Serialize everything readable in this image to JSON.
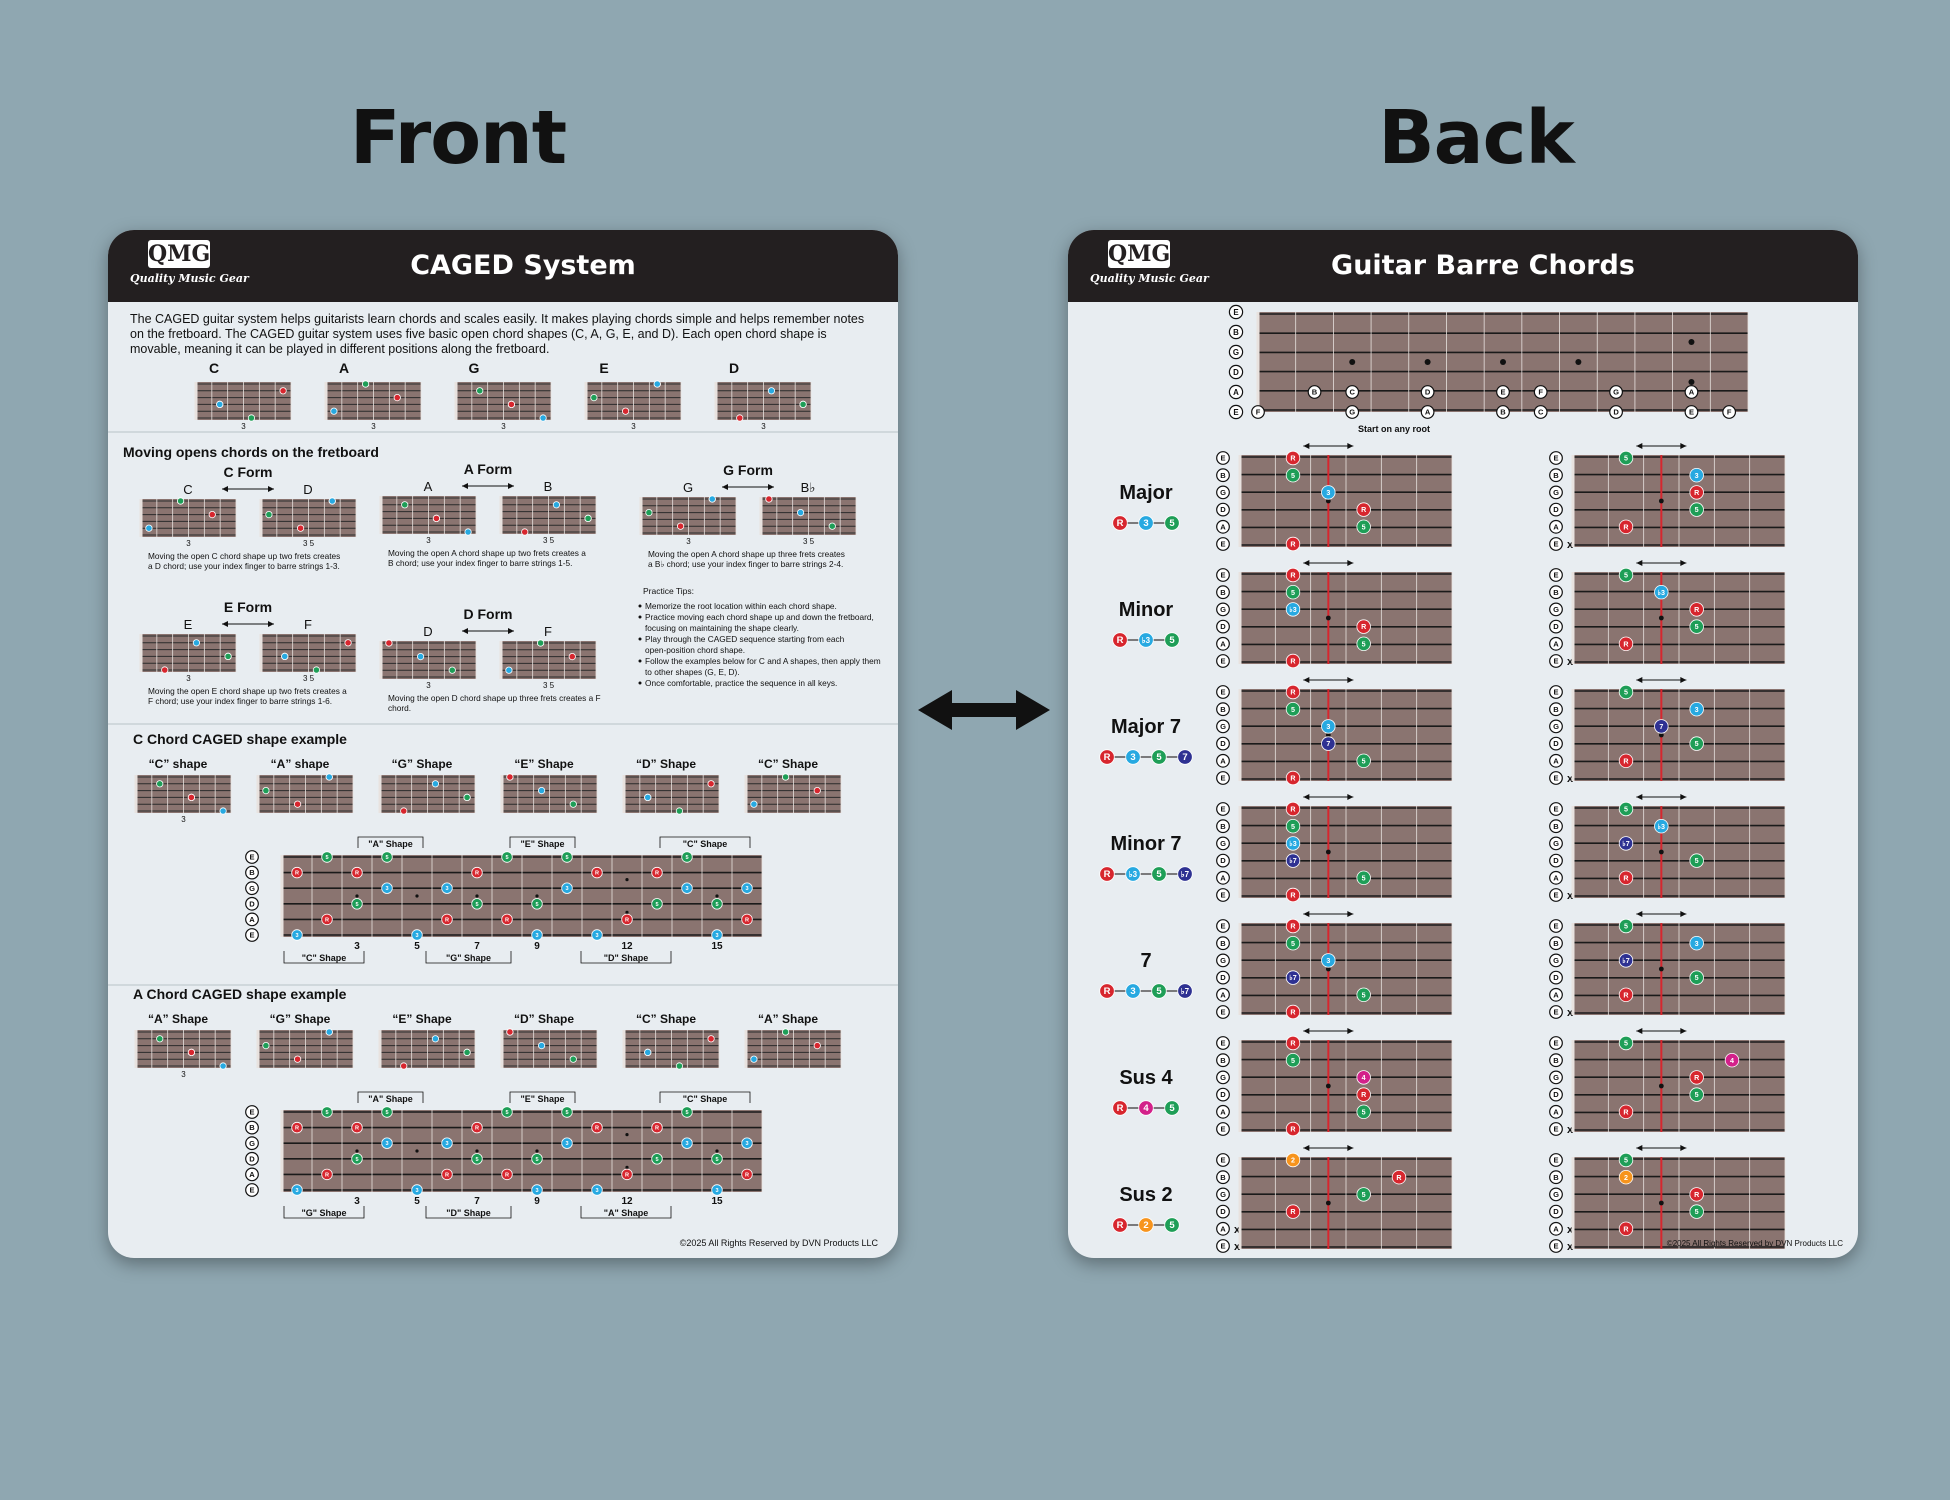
{
  "front": {
    "heading": "Front",
    "logo": {
      "mark": "QMG",
      "tagline": "Quality Music Gear"
    },
    "title": "CAGED System",
    "intro": "The CAGED guitar system helps guitarists learn chords and scales easily. It makes playing chords simple and helps remember notes on the fretboard. The CAGED guitar system uses five basic open chord shapes (C, A, G, E, and D). Each open chord shape is movable, meaning it can be played in different positions along the fretboard.",
    "open_chords": [
      "C",
      "A",
      "G",
      "E",
      "D"
    ],
    "moving_section": {
      "title": "Moving opens chords on the fretboard",
      "forms": [
        {
          "name": "C Form",
          "from": "C",
          "to": "D",
          "text1": "Moving the open C chord shape up two frets creates",
          "text2": "a D chord; use your index finger to barre strings 1-3."
        },
        {
          "name": "A Form",
          "from": "A",
          "to": "B",
          "text1": "Moving the open A chord shape up two frets creates a",
          "text2": "B chord; use your index finger to barre strings 1-5."
        },
        {
          "name": "G Form",
          "from": "G",
          "to": "B♭",
          "text1": "Moving the open A chord shape up three frets creates",
          "text2": "a B♭ chord; use your index finger to barre strings 2-4."
        },
        {
          "name": "E Form",
          "from": "E",
          "to": "F",
          "text1": "Moving the open E chord shape up two frets creates a",
          "text2": "F chord; use your index finger to barre strings 1-6."
        },
        {
          "name": "D Form",
          "from": "D",
          "to": "F",
          "text1": "Moving the open D chord shape up three frets creates a F",
          "text2": "chord."
        }
      ],
      "tips_title": "Practice Tips:",
      "tips": [
        "Memorize the root location within each chord shape.",
        "Practice moving each chord shape up and down the fretboard,",
        "focusing on maintaining the shape clearly.",
        "Play through the CAGED sequence starting from each",
        "open-position chord shape.",
        "Follow the examples below for C and A shapes, then apply them",
        "to other shapes (G, E, D).",
        "Once comfortable, practice the sequence in all keys."
      ]
    },
    "c_example": {
      "title": "C Chord CAGED shape example",
      "shapes": [
        "“C” shape",
        "“A” shape",
        "“G” Shape",
        "“E” Shape",
        "“D” Shape",
        "“C” Shape"
      ],
      "top_brackets": [
        "\"A\" Shape",
        "\"E\" Shape",
        "\"C\" Shape"
      ],
      "bottom_brackets": [
        "\"C\" Shape",
        "\"G\" Shape",
        "\"D\" Shape"
      ],
      "frets": [
        "3",
        "5",
        "7",
        "9",
        "12",
        "15"
      ]
    },
    "a_example": {
      "title": "A Chord CAGED shape example",
      "shapes": [
        "“A” Shape",
        "“G” Shape",
        "“E” Shape",
        "“D” Shape",
        "“C” Shape",
        "“A” Shape"
      ],
      "top_brackets": [
        "\"A\" Shape",
        "\"E\" Shape",
        "\"C\" Shape"
      ],
      "bottom_brackets": [
        "\"G\" Shape",
        "\"D\" Shape",
        "\"A\" Shape"
      ],
      "frets": [
        "3",
        "5",
        "7",
        "9",
        "12",
        "15"
      ]
    },
    "strings": [
      "E",
      "B",
      "G",
      "D",
      "A",
      "E"
    ],
    "copyright": "©2025 All Rights Reserved by DVN Products LLC"
  },
  "back": {
    "heading": "Back",
    "logo": {
      "mark": "QMG",
      "tagline": "Quality Music Gear"
    },
    "title": "Guitar Barre Chords",
    "strings": [
      "E",
      "B",
      "G",
      "D",
      "A",
      "E"
    ],
    "note_map_strings": [
      "E",
      "B",
      "G",
      "D",
      "A",
      "E"
    ],
    "start_hint": "Start on any root",
    "chords": [
      {
        "name": "Major",
        "formula": [
          "R",
          "3",
          "5"
        ]
      },
      {
        "name": "Minor",
        "formula": [
          "R",
          "♭3",
          "5"
        ]
      },
      {
        "name": "Major 7",
        "formula": [
          "R",
          "3",
          "5",
          "7"
        ]
      },
      {
        "name": "Minor 7",
        "formula": [
          "R",
          "♭3",
          "5",
          "♭7"
        ]
      },
      {
        "name": "7",
        "formula": [
          "R",
          "3",
          "5",
          "♭7"
        ]
      },
      {
        "name": "Sus 4",
        "formula": [
          "R",
          "4",
          "5"
        ]
      },
      {
        "name": "Sus 2",
        "formula": [
          "R",
          "2",
          "5"
        ]
      }
    ],
    "copyright": "©2025 All Rights Reserved by DVN Products LLC"
  },
  "colors": {
    "background": "#8fa7b1",
    "header": "#231f20",
    "fretboard": "#8a7470",
    "root": "#d7262e",
    "third": "#27a9e1",
    "fifth": "#1e9e57",
    "seventh": "#2e3192",
    "fourth": "#d3218a",
    "second": "#f7941d"
  },
  "icons": [
    "double-arrow-icon"
  ]
}
